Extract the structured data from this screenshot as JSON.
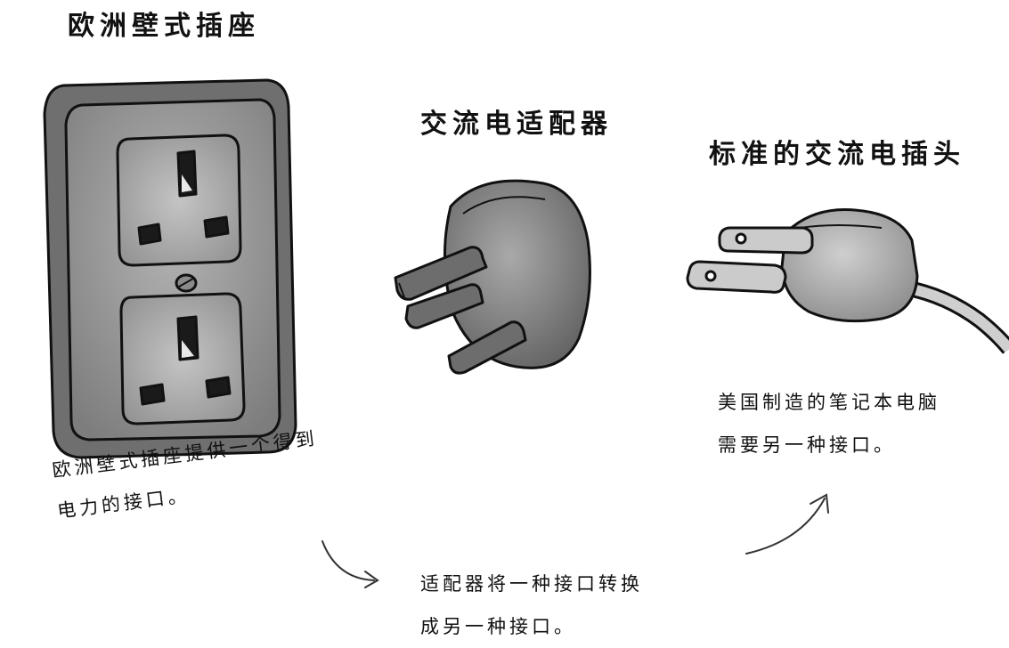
{
  "labels": {
    "outlet_title": "欧洲壁式插座",
    "adapter_title": "交流电适配器",
    "plug_title": "标准的交流电插头"
  },
  "notes": {
    "outlet_line1": "欧洲壁式插座提供一个得到",
    "outlet_line2": "电力的接口。",
    "laptop_line1": "美国制造的笔记本电脑",
    "laptop_line2": "需要另一种接口。",
    "adapter_line1": "适配器将一种接口转换",
    "adapter_line2": "成另一种接口。"
  }
}
